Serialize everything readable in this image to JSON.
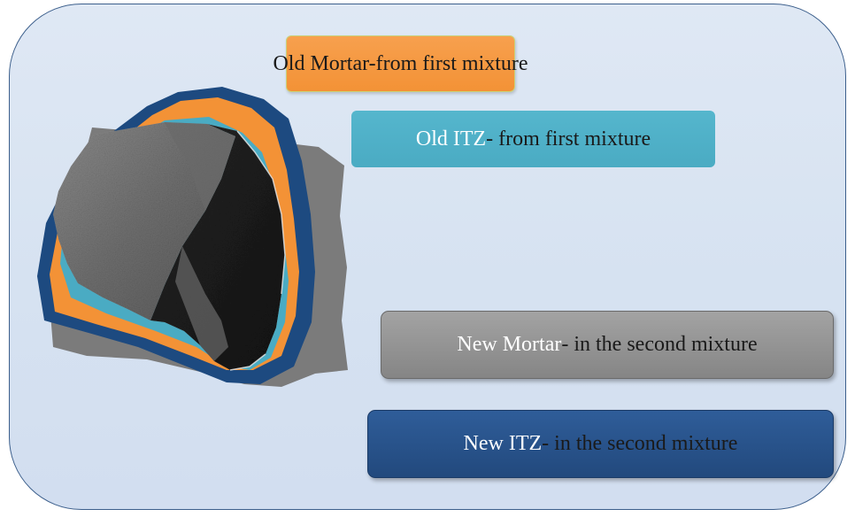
{
  "labels": {
    "old_mortar": {
      "text": "Old Mortar-from first mixture",
      "color": "#f39236"
    },
    "old_itz": {
      "part1": "Old ITZ",
      "part2": "- from first mixture",
      "color": "#4aabc3"
    },
    "new_mortar": {
      "part1": "New Mortar",
      "part2": "- in the second mixture",
      "color": "#8f8f8f"
    },
    "new_itz": {
      "part1": "New ITZ",
      "part2": "- in the second mixture",
      "color": "#22497d"
    }
  },
  "colors": {
    "panel_border": "#3c5f8c",
    "panel_fill": "#d6e2f1",
    "new_mortar_layer": "#7b7b7b",
    "new_itz_layer": "#1d4a80",
    "old_mortar_layer": "#f39236",
    "old_itz_layer": "#4aabc3",
    "aggregate_light": "#7d7d7d",
    "aggregate_dark": "#1b1b1b"
  }
}
